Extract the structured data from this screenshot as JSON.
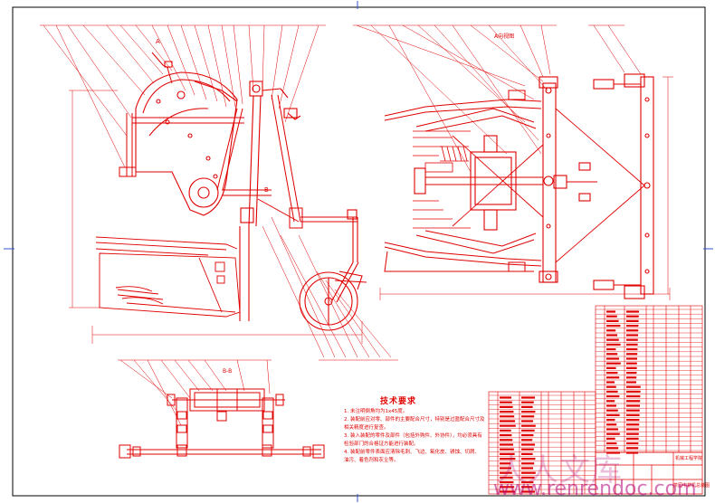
{
  "drawing": {
    "section_label_top": "A向视图",
    "section_label_bottom": "B-B",
    "label_A": "A",
    "label_B": "B"
  },
  "tech_notes": {
    "title": "技术要求",
    "lines": [
      "1. 未注明倒角均为1x45度。",
      "2. 装配前应对零、部件的主要配合尺寸，特别是过盈配合尺寸及",
      "   相关精度进行复查。",
      "3. 装入装配的零件及部件（包括外购件、外协件），均必须具有",
      "   检验部门的合格证方能进行装配。",
      "4. 装配前零件表面应清除毛刺、飞边、氧化皮、锈蚀、切屑、",
      "   油污、着色剂和灰尘等。"
    ]
  },
  "title_block": {
    "school": "机械工程学院",
    "drawing_name": "茶园中耕机总装图"
  },
  "watermark": {
    "text": "人人文库",
    "url": "www.renrendoc.com"
  },
  "colors": {
    "line": "#e00000",
    "border": "#000000",
    "watermark": "#b40078"
  }
}
